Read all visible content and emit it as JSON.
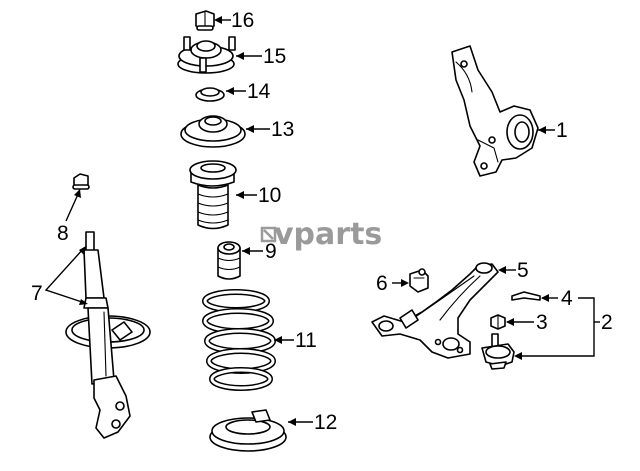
{
  "brand": {
    "text": "vparts"
  },
  "callouts": [
    "1",
    "2",
    "3",
    "4",
    "5",
    "6",
    "7",
    "8",
    "9",
    "10",
    "11",
    "12",
    "13",
    "14",
    "15",
    "16"
  ]
}
